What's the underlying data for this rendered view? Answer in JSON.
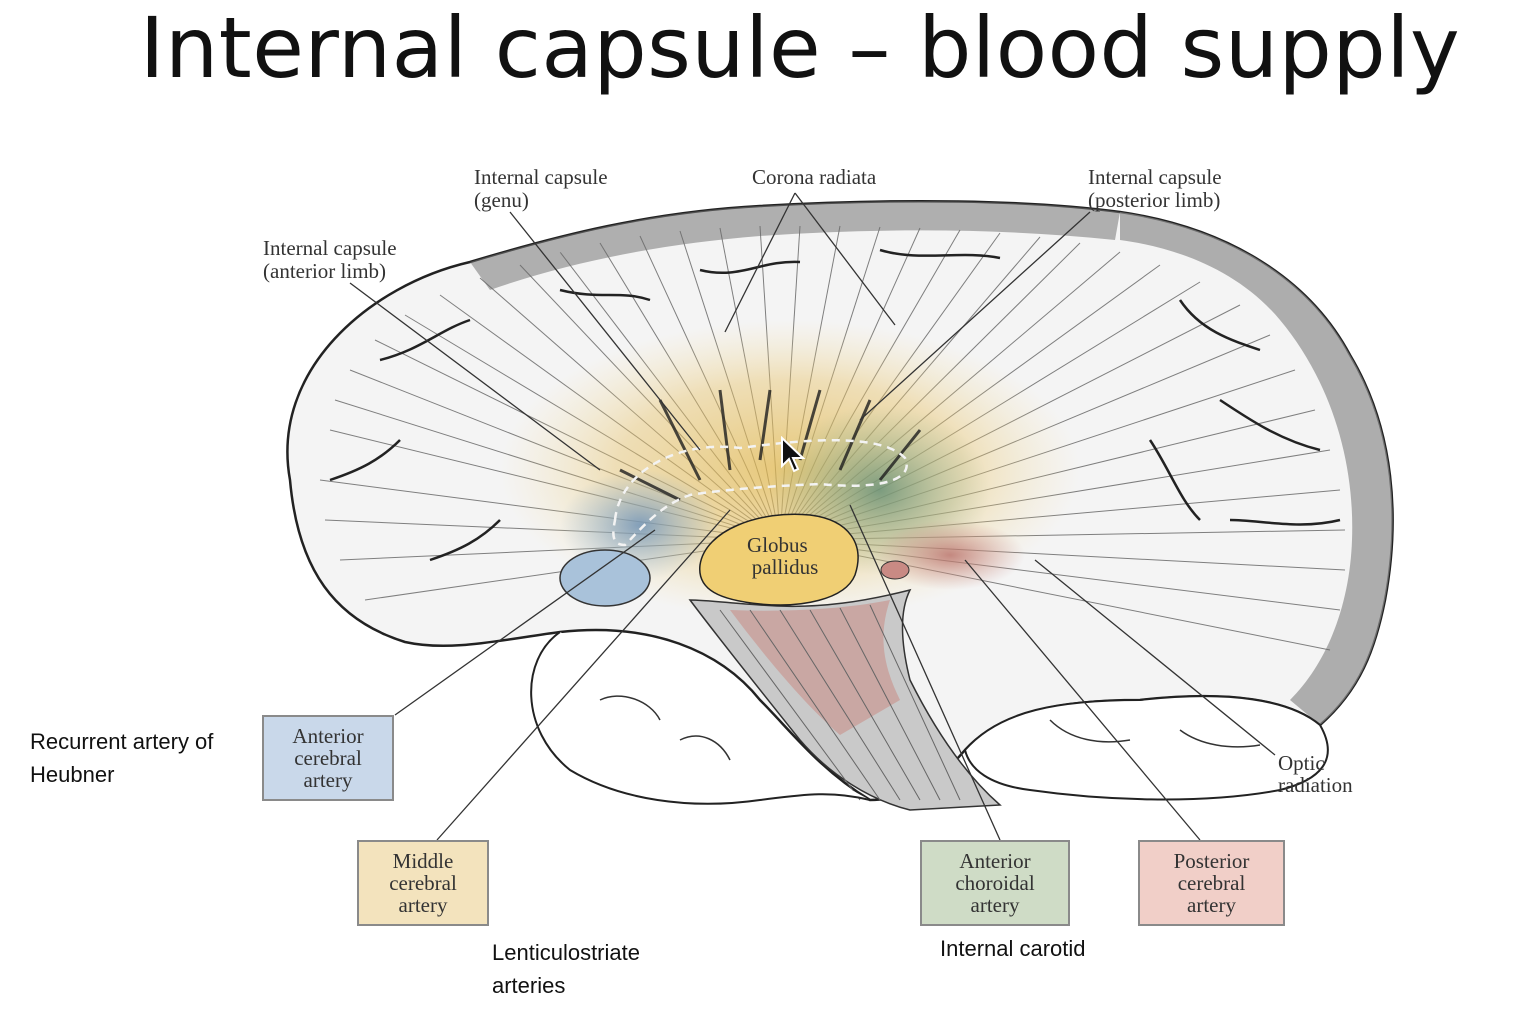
{
  "title": "Internal capsule – blood supply",
  "labels": {
    "ic_genu": [
      "Internal capsule",
      "(genu)"
    ],
    "corona_radiata": "Corona radiata",
    "ic_posterior": [
      "Internal capsule",
      "(posterior limb)"
    ],
    "ic_anterior": [
      "Internal capsule",
      "(anterior limb)"
    ],
    "globus_pallidus": [
      "Globus",
      "pallidus"
    ],
    "optic_radiation": [
      "Optic",
      "radiation"
    ]
  },
  "boxes": {
    "aca": {
      "lines": [
        "Anterior",
        "cerebral",
        "artery"
      ],
      "color": "#c9d8ea"
    },
    "mca": {
      "lines": [
        "Middle",
        "cerebral",
        "artery"
      ],
      "color": "#f3e3bd"
    },
    "achoa": {
      "lines": [
        "Anterior",
        "choroidal",
        "artery"
      ],
      "color": "#cfdcc6"
    },
    "pca": {
      "lines": [
        "Posterior",
        "cerebral",
        "artery"
      ],
      "color": "#f1cfc8"
    }
  },
  "annotations": {
    "recurrent": [
      "Recurrent artery of",
      "Heubner"
    ],
    "lenticulostriate": [
      "Lenticulostriate",
      "arteries"
    ],
    "internal_carotid": "Internal carotid"
  },
  "territory_colors": {
    "mca": "#e8c36a",
    "aca": "#8fb0cf",
    "achoa": "#8fb49a",
    "pca": "#c98a84"
  }
}
